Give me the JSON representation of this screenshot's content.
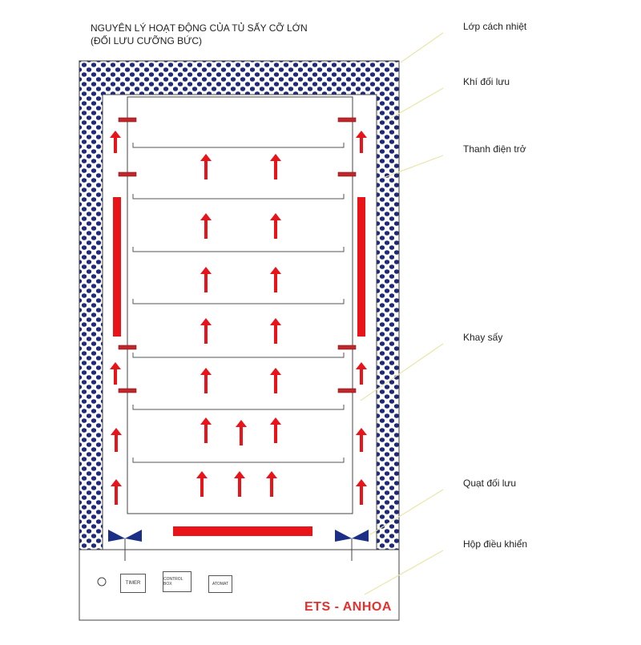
{
  "title": {
    "line1": "NGUYÊN LÝ HOẠT ĐỘNG CỦA TỦ SẤY CỠ LỚN",
    "line2": "(ĐỐI LƯU CƯỠNG BỨC)"
  },
  "callouts": [
    {
      "id": "insulation",
      "label": "Lớp cách nhiệt"
    },
    {
      "id": "air",
      "label": "Khí đối lưu"
    },
    {
      "id": "heater",
      "label": "Thanh điện trở"
    },
    {
      "id": "tray",
      "label": "Khay sấy"
    },
    {
      "id": "fan",
      "label": "Quạt đối lưu"
    },
    {
      "id": "control",
      "label": "Hộp điều khiển"
    }
  ],
  "control_box": {
    "timer": "TIMER",
    "control": "CONTROL BOX",
    "atomat": "ATOMAT"
  },
  "brand": "ETS - ANHOA",
  "colors": {
    "insulation_dots": "#1f2a7a",
    "heater": "#e8141a",
    "arrow": "#e8141a",
    "fan": "#1c2f86",
    "line": "#555555",
    "callout_line": "#e8e6a8",
    "brand": "#e53030"
  }
}
